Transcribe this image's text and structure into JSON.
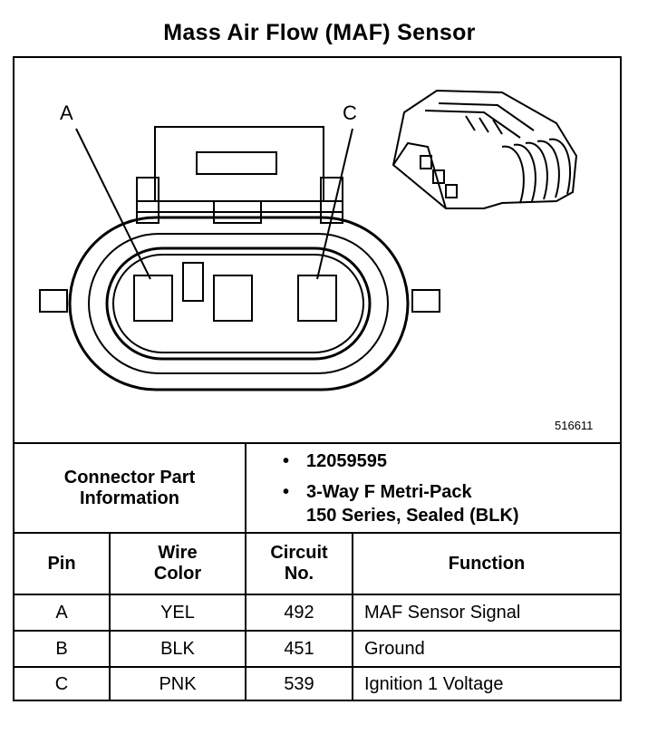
{
  "title": "Mass Air Flow (MAF) Sensor",
  "diagram": {
    "pin_labels": [
      "A",
      "C"
    ],
    "figure_id": "516611"
  },
  "connector_info": {
    "label": "Connector Part Information",
    "items": [
      "12059595",
      "3-Way F Metri-Pack",
      "150 Series, Sealed (BLK)"
    ]
  },
  "table": {
    "headers": [
      "Pin",
      "Wire Color",
      "Circuit No.",
      "Function"
    ],
    "rows": [
      [
        "A",
        "YEL",
        "492",
        "MAF Sensor Signal"
      ],
      [
        "B",
        "BLK",
        "451",
        "Ground"
      ],
      [
        "C",
        "PNK",
        "539",
        "Ignition 1 Voltage"
      ]
    ]
  }
}
